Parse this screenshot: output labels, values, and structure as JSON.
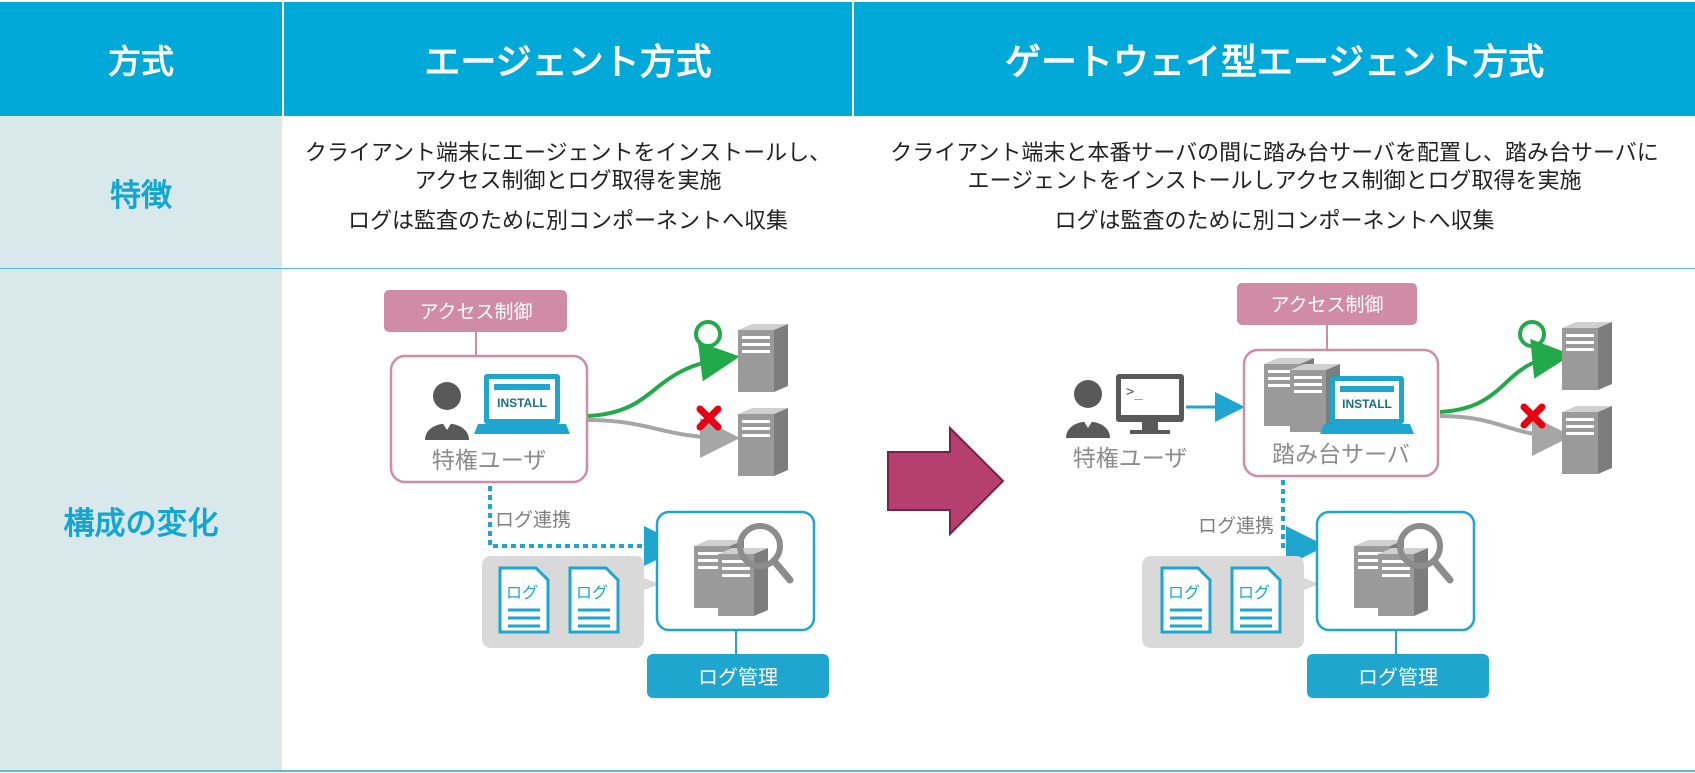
{
  "header": {
    "col1": "方式",
    "col2": "エージェント方式",
    "col3": "ゲートウェイ型エージェント方式"
  },
  "rows": {
    "features_label": "特徴",
    "structure_label": "構成の変化"
  },
  "features": {
    "agent": {
      "line1": "クライアント端末にエージェントをインストールし、",
      "line2": "アクセス制御とログ取得を実施",
      "line3": "ログは監査のために別コンポーネントへ収集"
    },
    "gateway": {
      "line1": "クライアント端末と本番サーバの間に踏み台サーバを配置し、踏み台サーバに",
      "line2": "エージェントをインストールしアクセス制御とログ取得を実施",
      "line3": "ログは監査のために別コンポーネントへ収集"
    }
  },
  "diagram_left": {
    "access_control": "アクセス制御",
    "install": "INSTALL",
    "user_label": "特権ユーザ",
    "log_link": "ログ連携",
    "doc1": "ログ",
    "doc2": "ログ",
    "log_mgmt": "ログ管理"
  },
  "diagram_right": {
    "access_control": "アクセス制御",
    "terminal_prompt": ">_",
    "install": "INSTALL",
    "user_label": "特権ユーザ",
    "bastion_label": "踏み台サーバ",
    "log_link": "ログ連携",
    "doc1": "ログ",
    "doc2": "ログ",
    "log_mgmt": "ログ管理"
  },
  "colors": {
    "header_bg": "#00a9d7",
    "label_bg": "#d9e8ea",
    "pink": "#d08ba5",
    "blue": "#1fa6cf",
    "green": "#22a94a",
    "gray": "#a6a6a6",
    "arrow": "#b5406f",
    "red": "#e60012"
  }
}
